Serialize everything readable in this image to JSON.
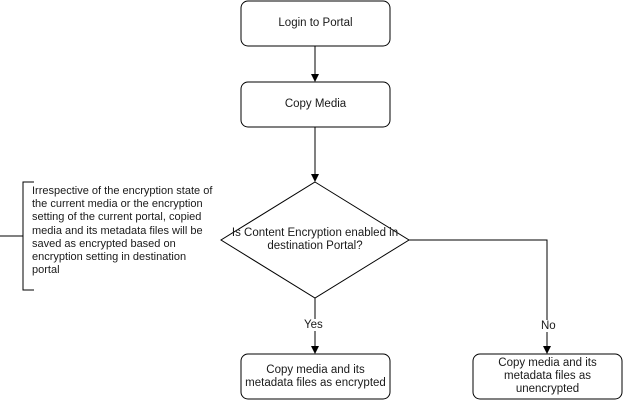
{
  "nodes": {
    "login": "Login to Portal",
    "copy_media": "Copy Media",
    "decision": "Is Content Encryption enabled in destination Portal?",
    "encrypted": "Copy media and its metadata files as encrypted",
    "unencrypted": "Copy media and its metadata files as unencrypted"
  },
  "edges": {
    "yes_label": "Yes",
    "no_label": "No"
  },
  "note": {
    "text": "Irrespective of the encryption state of the current media or the encryption setting of the current portal, copied media and its metadata files will be saved as encrypted based on encryption setting in destination portal"
  },
  "colors": {
    "stroke": "#000000",
    "fill": "#ffffff",
    "text": "#1a1a1a"
  }
}
